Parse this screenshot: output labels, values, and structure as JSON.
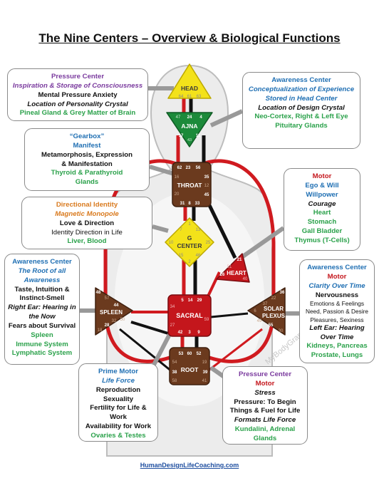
{
  "title": "The Nine Centers – Overview & Biological Functions",
  "footer": "HumanDesignLifeCoaching.com",
  "watermark": "MyBodyGraph",
  "colors": {
    "head": "#f3e21a",
    "ajna": "#1c8a3a",
    "throat": "#6b3a1e",
    "g": "#f3e21a",
    "heart": "#c4161c",
    "sacral": "#c4161c",
    "spleen": "#6b3a1e",
    "solar": "#6b3a1e",
    "root": "#6b3a1e",
    "channel_red": "#d01a1f",
    "channel_black": "#111111"
  },
  "centers": {
    "head": {
      "label": "HEAD",
      "gates": {
        "g64": "64",
        "g61": "61",
        "g63": "63"
      }
    },
    "ajna": {
      "label": "AJNA",
      "gates": {
        "g47": "47",
        "g24": "24",
        "g4": "4",
        "g17": "17",
        "g11": "11",
        "g43": "43"
      }
    },
    "throat": {
      "label": "THROAT",
      "gates": {
        "g62": "62",
        "g23": "23",
        "g56": "56",
        "g35": "35",
        "g12": "12",
        "g45": "45",
        "g31": "31",
        "g8": "8",
        "g33": "33",
        "g16": "16",
        "g20": "20"
      }
    },
    "g": {
      "label_top": "G",
      "label_bottom": "CENTER",
      "gates": {
        "g1": "1",
        "g7": "7",
        "g13": "13",
        "g10": "10",
        "g25": "25",
        "g15": "15",
        "g46": "46",
        "g2": "2"
      }
    },
    "heart": {
      "label": "HEART",
      "gates": {
        "g21": "21",
        "g51": "51",
        "g26": "26",
        "g40": "40"
      }
    },
    "sacral": {
      "label": "SACRAL",
      "gates": {
        "g5": "5",
        "g14": "14",
        "g29": "29",
        "g34": "34",
        "g27": "27",
        "g59": "59",
        "g42": "42",
        "g3": "3",
        "g9": "9"
      }
    },
    "spleen": {
      "label": "SPLEEN",
      "gates": {
        "g48": "48",
        "g57": "57",
        "g44": "44",
        "g50": "50",
        "g32": "32",
        "g28": "28",
        "g18": "18"
      }
    },
    "solar": {
      "label_top": "SOLAR",
      "label_bottom": "PLEXUS",
      "gates": {
        "g36": "36",
        "g22": "22",
        "g37": "37",
        "g6": "6",
        "g49": "49",
        "g55": "55",
        "g30": "30"
      }
    },
    "root": {
      "label": "ROOT",
      "gates": {
        "g53": "53",
        "g60": "60",
        "g52": "52",
        "g54": "54",
        "g19": "19",
        "g38": "38",
        "g39": "39",
        "g58": "58",
        "g41": "41"
      }
    }
  },
  "boxes": {
    "pressure_head": [
      "Pressure Center",
      "Inspiration & Storage of Consciousness",
      "Mental Pressure Anxiety",
      "Location of Personality Crystal",
      "Pineal Gland & Grey Matter of Brain"
    ],
    "awareness_ajna": [
      "Awareness Center",
      "Conceptualization of Experience",
      "Stored in Head Center",
      "Location of Design Crystal",
      "Neo-Cortex, Right & Left Eye",
      "Pituitary Glands"
    ],
    "gearbox": [
      "“Gearbox”",
      "Manifest",
      "Metamorphosis, Expression",
      "& Manifestation",
      "Thyroid & Parathyroid",
      "Glands"
    ],
    "motor_heart": [
      "Motor",
      "Ego & Will",
      "Willpower",
      "Courage",
      "Heart",
      "Stomach",
      "Gall Bladder",
      "Thymus (T-Cells)"
    ],
    "g_identity": [
      "Directional Identity",
      "Magnetic Monopole",
      "Love & Direction",
      "Identity Direction in Life",
      "Liver, Blood"
    ],
    "spleen_box": [
      "Awareness Center",
      "The Root of all",
      "Awareness",
      "Taste, Intuition &",
      "Instinct-Smell",
      "Right Ear: Hearing in",
      "the Now",
      "Fears about Survival",
      "Spleen",
      "Immune System",
      "Lymphatic System"
    ],
    "solar_box": [
      "Awareness Center",
      "Motor",
      "Clarity Over Time",
      "Nervousness",
      "Emotions & Feelings",
      "Need, Passion & Desire",
      "Pleasures, Sexiness",
      "Left Ear: Hearing",
      "Over Time",
      "Kidneys, Pancreas",
      "Prostate, Lungs"
    ],
    "sacral_box": [
      "Prime Motor",
      "Life Force",
      "Reproduction",
      "Sexuality",
      "Fertility for Life &",
      "Work",
      "Availability for Work",
      "Ovaries & Testes"
    ],
    "root_box": [
      "Pressure Center",
      "Motor",
      "Stress",
      "Pressure: To Begin",
      "Things & Fuel for Life",
      "Formats Life Force",
      "Kundalini, Adrenal",
      "Glands"
    ]
  }
}
